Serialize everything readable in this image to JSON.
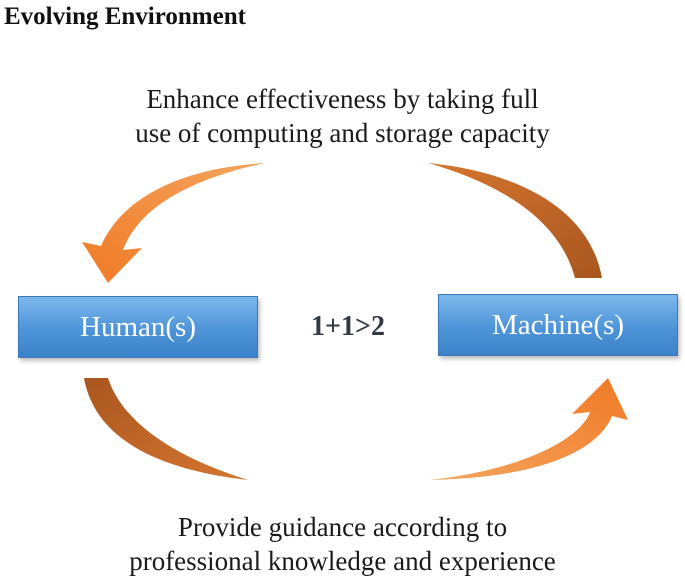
{
  "title": "Evolving Environment",
  "top_caption": {
    "line1": "Enhance  effectiveness by taking full",
    "line2": "use of computing and storage capacity"
  },
  "bottom_caption": {
    "line1": "Provide guidance according to",
    "line2": "professional knowledge and experience"
  },
  "nodes": {
    "human": "Human(s)",
    "machine": "Machine(s)"
  },
  "center_label": "1+1>2",
  "colors": {
    "box_fill": "#4e94d8",
    "box_text": "#ffffff",
    "arrow_light": "#f08a33",
    "arrow_dark": "#b8622a",
    "center_text": "#333a44"
  }
}
